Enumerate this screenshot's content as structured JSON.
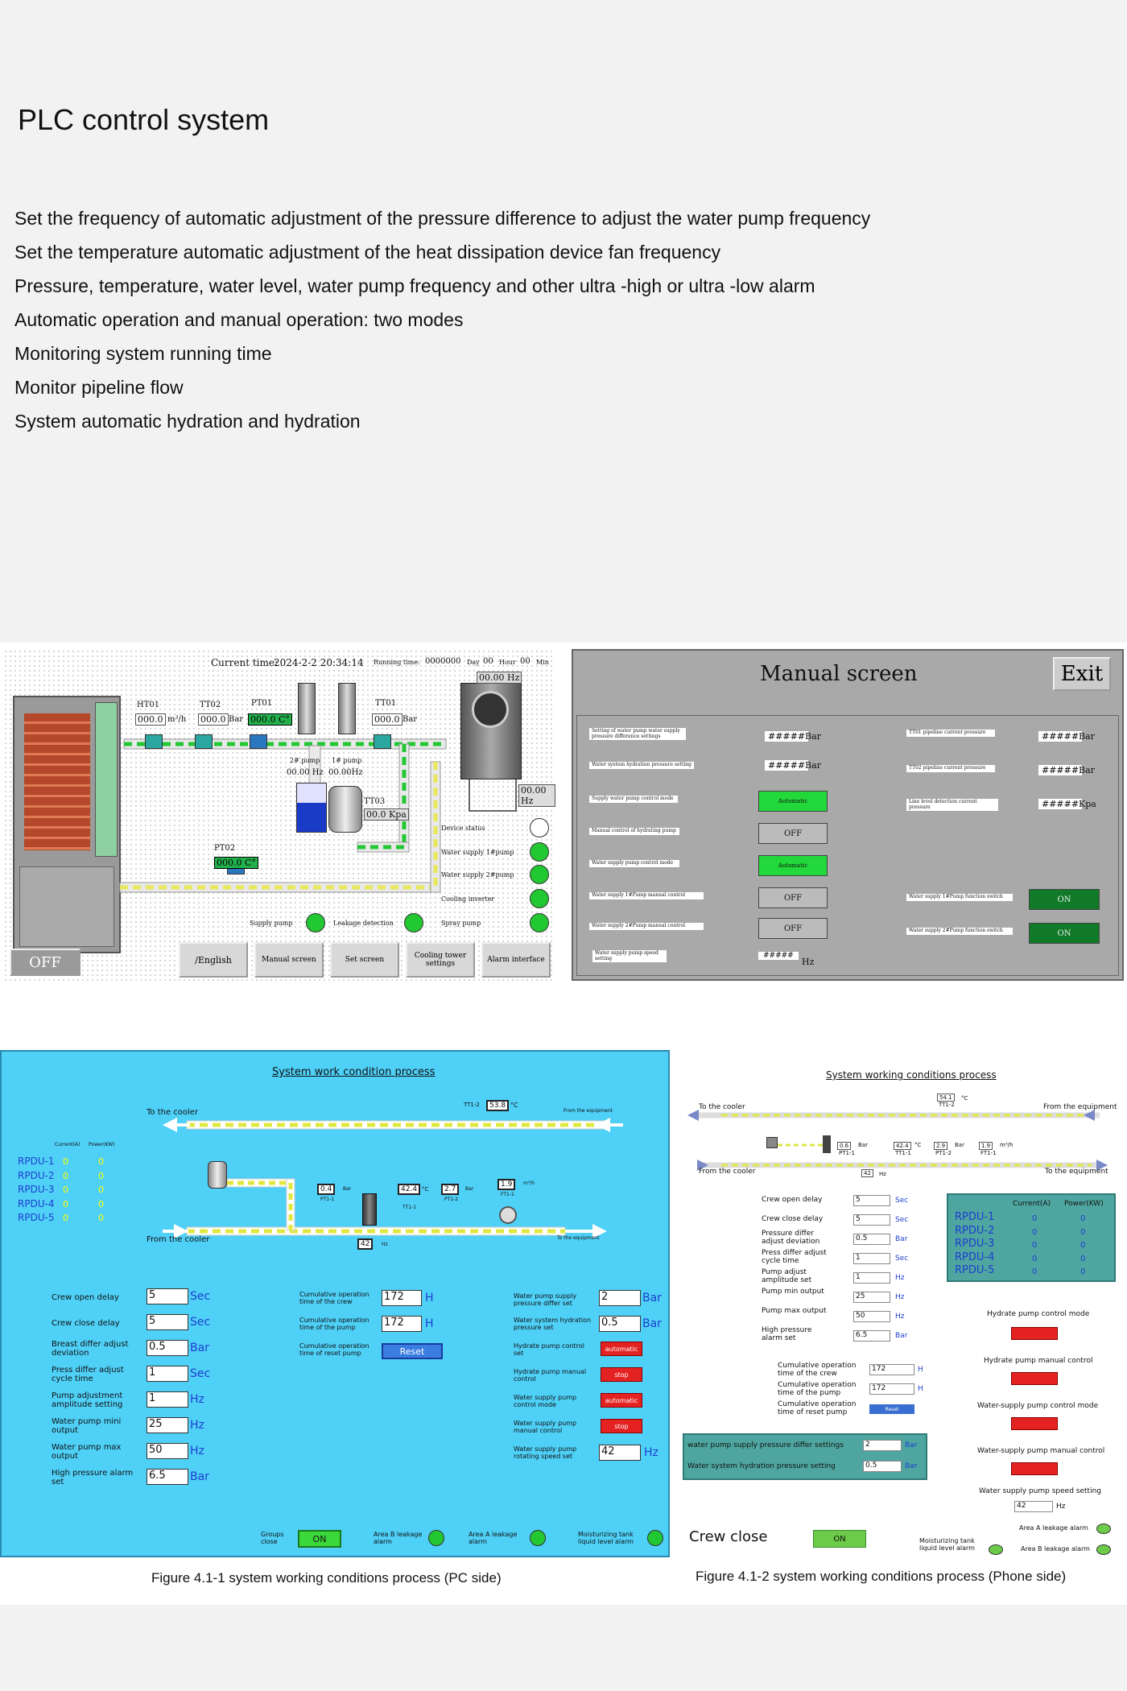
{
  "page_title": "PLC control system",
  "features": [
    "Set the frequency of automatic adjustment of the pressure difference to adjust the water pump frequency",
    "Set the temperature automatic adjustment of the heat dissipation device fan frequency",
    "Pressure, temperature, water level, water pump frequency and other ultra -high or ultra -low alarm",
    "Automatic operation and manual operation: two modes",
    "Monitoring system running time",
    "Monitor pipeline flow",
    "System automatic hydration and hydration"
  ],
  "main_screen": {
    "current_time_label": "Current time:",
    "current_time": "2024-2-2 20:34:14",
    "running_time_label": "Running time:",
    "running_time_value": "0000000",
    "day": "Day",
    "hour_value": "00",
    "hour": "Hour",
    "min_value": "00",
    "min": "Min",
    "ht01": "HT01",
    "ht01_val": "000.0",
    "ht01_unit": "m³/h",
    "tt02": "TT02",
    "tt02_val": "000.0",
    "tt02_unit": "Bar",
    "pt01": "PT01",
    "pt01_val": "000.0 C°",
    "tt01": "TT01",
    "tt01_val": "000.0",
    "tt01_unit": "Bar",
    "fan_hz_top": "00.00 Hz",
    "fan_hz_side": "00.00 Hz",
    "pump2": "2# pump",
    "pump2_val": "00.00 Hz",
    "pump1": "1# pump",
    "pump1_val": "00.00Hz",
    "tt03": "TT03",
    "tt03_val": "00.0 Kpa",
    "pt02": "PT02",
    "pt02_val": "000.0 C°",
    "status": [
      "Device status",
      "Water supply 1#pump",
      "Water supply 2#pump",
      "Cooling inverter",
      "Spray pump"
    ],
    "supply_pump": "Supply pump",
    "leakage": "Leakage detection",
    "off_button": "OFF",
    "nav": [
      "/English",
      "Manual screen",
      "Set screen",
      "Cooling tower settings",
      "Alarm interface"
    ]
  },
  "manual_screen": {
    "title": "Manual screen",
    "exit": "Exit",
    "left_rows": [
      {
        "label": "Setting of water pump water supply pressure difference settings",
        "value": "#####",
        "unit": "Bar"
      },
      {
        "label": "Water system hydration pressure setting",
        "value": "#####",
        "unit": "Bar"
      },
      {
        "label": "Supply water pump control mode",
        "button": "Automatic"
      },
      {
        "label": "Manual control of hydrating pump",
        "button": "OFF"
      },
      {
        "label": "Water supply pump control mode",
        "button": "Automatic"
      },
      {
        "label": "Water supply 1#Pump manual control",
        "button": "OFF"
      },
      {
        "label": "Water supply 2#Pump manual control",
        "button": "OFF"
      },
      {
        "label": "Water supply pump speed setting",
        "value": "#####",
        "unit": "Hz"
      }
    ],
    "right_rows": [
      {
        "label": "TT01 pipeline current pressure",
        "value": "#####",
        "unit": "Bar"
      },
      {
        "label": "TT02 pipeline current pressure",
        "value": "#####",
        "unit": "Bar"
      },
      {
        "label": "Line level detection current pressure",
        "value": "#####",
        "unit": "Kpa"
      },
      {
        "label": "Water supply 1#Pump function switch",
        "button": "ON"
      },
      {
        "label": "Water supply 2#Pump function switch",
        "button": "ON"
      }
    ]
  },
  "pc_screen": {
    "title": "System work condition process",
    "to_cooler": "To the cooler",
    "from_equipment": "From the equipment",
    "from_cooler": "From the cooler",
    "to_equipment": "To the equipment",
    "tt12_label": "TT1-2",
    "tt12_val": "53.8",
    "tt12_unit": "°C",
    "current_header": "Current(A)",
    "power_header": "Power(KW)",
    "rpdu": [
      {
        "name": "RPDU-1",
        "current": "0",
        "power": "0"
      },
      {
        "name": "RPDU-2",
        "current": "0",
        "power": "0"
      },
      {
        "name": "RPDU-3",
        "current": "0",
        "power": "0"
      },
      {
        "name": "RPDU-4",
        "current": "0",
        "power": "0"
      },
      {
        "name": "RPDU-5",
        "current": "0",
        "power": "0"
      }
    ],
    "pt11_val": "0.4",
    "pt11_unit": "Bar",
    "pt11_label": "PT1-1",
    "tt11_val": "42.4",
    "tt11_unit": "°C",
    "tt11_label": "TT1-1",
    "pt12_val": "2.7",
    "pt12_unit": "Bar",
    "pt12_label": "PT1-2",
    "ft11_val": "1.9",
    "ft11_unit": "m³/h",
    "ft11_label": "FT1-1",
    "pump_hz_val": "42",
    "pump_hz_unit": "Hz",
    "left_settings": [
      {
        "label": "Crew open delay",
        "value": "5",
        "unit": "Sec"
      },
      {
        "label": "Crew close delay",
        "value": "5",
        "unit": "Sec"
      },
      {
        "label": "Breast differ adjust deviation",
        "value": "0.5",
        "unit": "Bar"
      },
      {
        "label": "Press differ adjust cycle time",
        "value": "1",
        "unit": "Sec"
      },
      {
        "label": "Pump adjustment amplitude setting",
        "value": "1",
        "unit": "Hz"
      },
      {
        "label": "Water pump mini output",
        "value": "25",
        "unit": "Hz"
      },
      {
        "label": "Water pump max output",
        "value": "50",
        "unit": "Hz"
      },
      {
        "label": "High pressure alarm set",
        "value": "6.5",
        "unit": "Bar"
      }
    ],
    "mid_settings": [
      {
        "label": "Cumulative operation time of the crew",
        "value": "172",
        "unit": "H"
      },
      {
        "label": "Cumulative operation time of the pump",
        "value": "172",
        "unit": "H"
      },
      {
        "label": "Cumulative operation time of reset pump",
        "button": "Reset"
      }
    ],
    "right_settings": [
      {
        "label": "Water pump supply pressure differ set",
        "value": "2",
        "unit": "Bar"
      },
      {
        "label": "Water system hydration pressure set",
        "value": "0.5",
        "unit": "Bar"
      },
      {
        "label": "Hydrate pump control set",
        "button": "automatic"
      },
      {
        "label": "Hydrate pump manual control",
        "button": "stop"
      },
      {
        "label": "Water supply pump control mode",
        "button": "automatic"
      },
      {
        "label": "Water supply pump manual control",
        "button": "stop"
      },
      {
        "label": "Water supply pump rotating speed set",
        "value": "42",
        "unit": "Hz"
      }
    ],
    "groups_close": "Groups close",
    "on": "ON",
    "area_b": "Area B leakage alarm",
    "area_a": "Area A leakage alarm",
    "tank": "Moisturizing tank liquid level alarm"
  },
  "phone_screen": {
    "title": "System working conditions process",
    "to_cooler": "To the cooler",
    "from_equipment": "From the equipment",
    "from_cooler": "From the cooler",
    "to_equipment": "To the equipment",
    "tt12_val": "54.1",
    "tt12_unit": "°C",
    "tt12_label": "TT1-2",
    "pt11_val": "0.6",
    "pt11_unit": "Bar",
    "pt11_label": "PT1-1",
    "tt11_val": "42.4",
    "tt11_unit": "°C",
    "tt11_label": "TT1-1",
    "pt12_val": "2.9",
    "pt12_unit": "Bar",
    "pt12_label": "PT1-2",
    "ft11_val": "1.9",
    "ft11_unit": "m³/h",
    "ft11_label": "FT1-1",
    "hz_val": "42",
    "hz_unit": "Hz",
    "settings": [
      {
        "label": "Crew open delay",
        "value": "5",
        "unit": "Sec"
      },
      {
        "label": "Crew close delay",
        "value": "5",
        "unit": "Sec"
      },
      {
        "label": "Pressure differ adjust deviation",
        "value": "0.5",
        "unit": "Bar"
      },
      {
        "label": "Press differ adjust cycle time",
        "value": "1",
        "unit": "Sec"
      },
      {
        "label": "Pump adjust amplitude set",
        "value": "1",
        "unit": "Hz"
      },
      {
        "label": "Pump min output",
        "value": "25",
        "unit": "Hz"
      },
      {
        "label": "Pump max output",
        "value": "50",
        "unit": "Hz"
      },
      {
        "label": "High pressure alarm set",
        "value": "6.5",
        "unit": "Bar"
      }
    ],
    "cumulative": [
      {
        "label": "Cumulative operation time of the crew",
        "value": "172",
        "unit": "H"
      },
      {
        "label": "Cumulative operation time of the pump",
        "value": "172",
        "unit": "H"
      },
      {
        "label": "Cumulative operation time of reset pump",
        "button": "Reset"
      }
    ],
    "current_header": "Current(A)",
    "power_header": "Power(KW)",
    "rpdu": [
      {
        "name": "RPDU-1",
        "current": "0",
        "power": "0"
      },
      {
        "name": "RPDU-2",
        "current": "0",
        "power": "0"
      },
      {
        "name": "RPDU-3",
        "current": "0",
        "power": "0"
      },
      {
        "name": "RPDU-4",
        "current": "0",
        "power": "0"
      },
      {
        "name": "RPDU-5",
        "current": "0",
        "power": "0"
      }
    ],
    "controls": [
      "Hydrate pump control mode",
      "Hydrate pump manual control",
      "Water-supply pump control mode",
      "Water-supply pump manual control"
    ],
    "speed_label": "Water supply pump speed setting",
    "speed_val": "42",
    "speed_unit": "Hz",
    "supply_diff_label": "water pump supply pressure differ settings",
    "supply_diff_val": "2",
    "supply_diff_unit": "Bar",
    "hydration_label": "Water system hydration pressure setting",
    "hydration_val": "0.5",
    "hydration_unit": "Bar",
    "crew_close": "Crew close",
    "on": "ON",
    "tank": "Moisturizing tank liquid level alarm",
    "area_a": "Area A leakage alarm",
    "area_b": "Area B leakage alarm"
  },
  "captions": {
    "pc": "Figure 4.1-1 system working conditions process (PC side)",
    "phone": "Figure 4.1-2 system working conditions process (Phone side)"
  },
  "colors": {
    "pc_bg": "#4fd0f7",
    "manual_bg": "#a9a9a9",
    "lamp": "#22c832",
    "alarm_red": "#e52222"
  }
}
